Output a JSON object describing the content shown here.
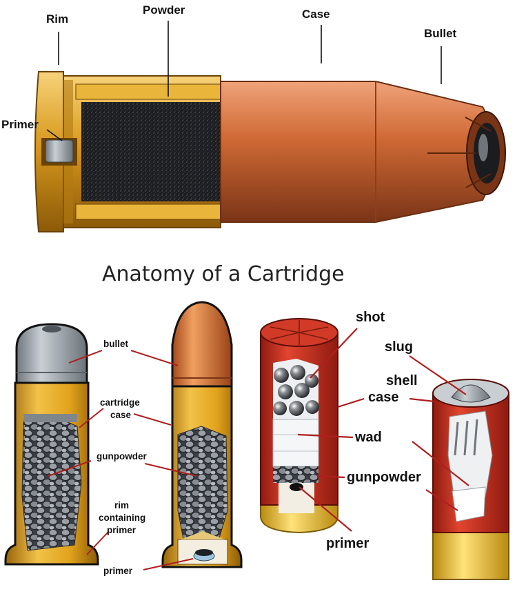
{
  "title": "Anatomy of a Cartridge",
  "top_diagram": {
    "labels": {
      "rim": "Rim",
      "powder": "Powder",
      "case": "Case",
      "bullet": "Bullet",
      "primer": "Primer"
    }
  },
  "rimfire_diagram": {
    "labels": {
      "bullet": "bullet",
      "cartridge_case_line1": "cartridge",
      "cartridge_case_line2": "case",
      "gunpowder": "gunpowder",
      "rim_line1": "rim",
      "rim_line2": "containing",
      "rim_line3": "primer",
      "primer": "primer"
    }
  },
  "shotshell_diagram": {
    "labels": {
      "shot": "shot",
      "slug": "slug",
      "shell_case_line1": "shell",
      "shell_case_line2": "case",
      "wad": "wad",
      "gunpowder": "gunpowder",
      "primer": "primer"
    }
  },
  "colors": {
    "brass": "#E0A21A",
    "copper": "#C8622E",
    "lead": "#8E969C",
    "shell_red": "#C4281C",
    "leader_line": "#B01E1E",
    "powder": "#2A2A2E"
  }
}
